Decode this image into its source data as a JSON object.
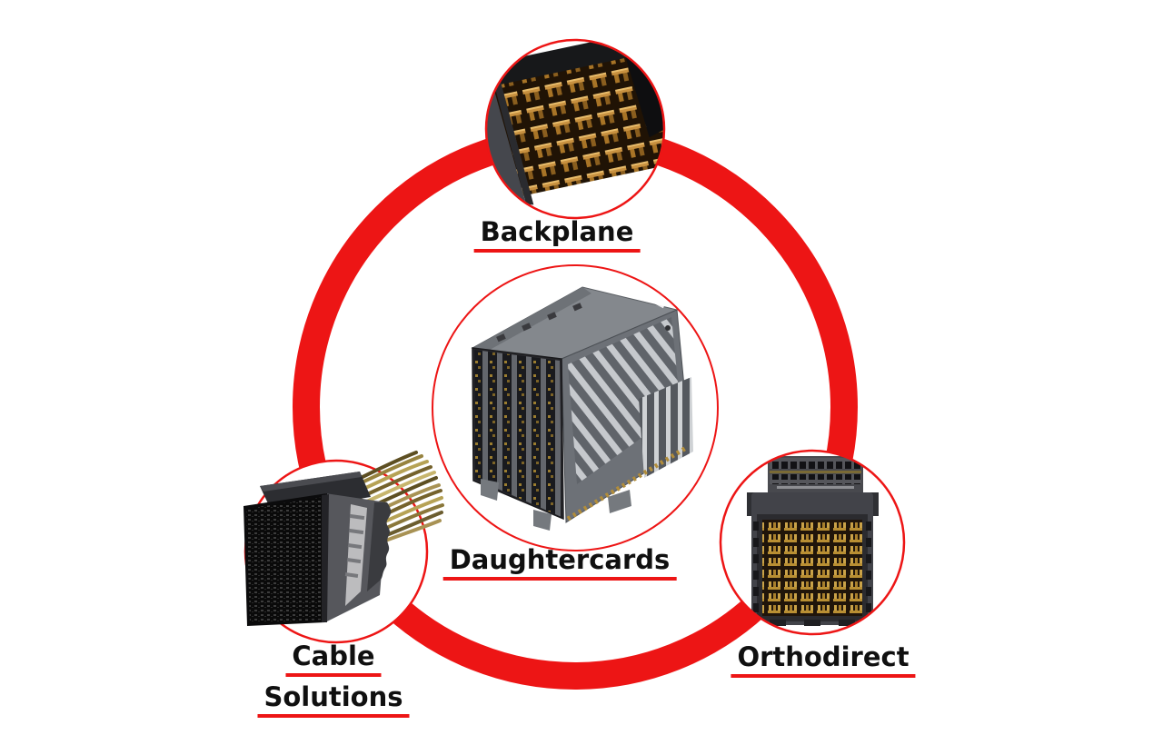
{
  "diagram": {
    "type": "product-family-wheel",
    "background": "#ffffff",
    "accent_red": "#ed1515",
    "label_color": "#101010",
    "underline_color": "#ed1515",
    "center": {
      "id": "daughtercards",
      "label": "Daughtercards",
      "icon": "daughtercard-connector-photo"
    },
    "satellites": [
      {
        "id": "backplane",
        "label": "Backplane",
        "position": "top",
        "icon": "backplane-connector-photo"
      },
      {
        "id": "cable-solutions",
        "label_lines": [
          "Cable",
          "Solutions"
        ],
        "position": "bottom-left",
        "icon": "cable-assembly-connector-photo"
      },
      {
        "id": "orthodirect",
        "label": "Orthodirect",
        "position": "bottom-right",
        "icon": "orthodirect-connector-photo"
      }
    ]
  }
}
